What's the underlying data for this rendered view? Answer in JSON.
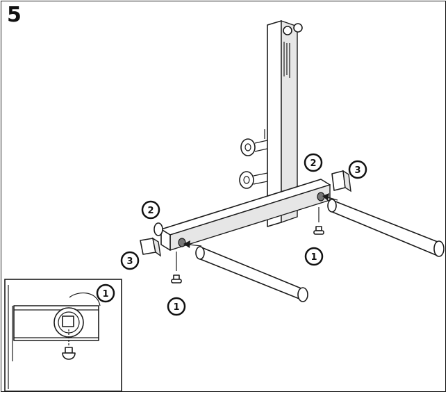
{
  "step": {
    "number": "5"
  },
  "callouts": {
    "bolt_left": "1",
    "bolt_right": "1",
    "bolt_detail": "1",
    "washer_left": "2",
    "washer_right": "2",
    "cap_left": "3",
    "cap_right": "3"
  },
  "icons": {
    "arrow": "arrow-icon",
    "bolt": "bolt-icon"
  },
  "colors": {
    "line": "#1a1a1a",
    "fill": "#ffffff",
    "shade": "#e6e6e6"
  }
}
